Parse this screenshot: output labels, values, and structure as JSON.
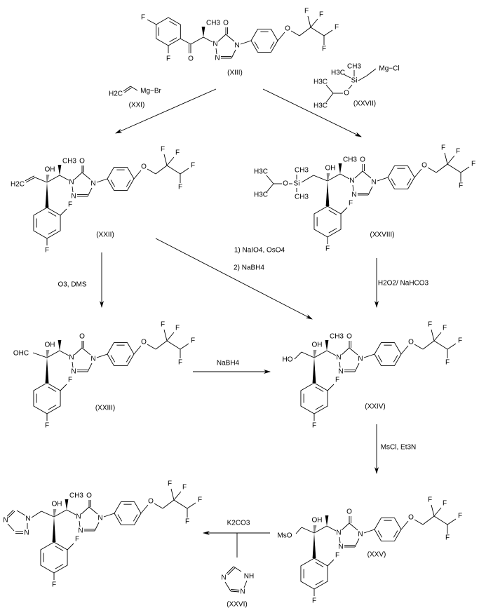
{
  "atoms": {
    "OH": "OH",
    "N": "N",
    "O": "O",
    "F": "F",
    "CH3": "CH3",
    "Si": "Si",
    "H3C": "H3C",
    "H2C": "H2C",
    "OHC": "OHC",
    "HO": "HO",
    "MsO": "MsO",
    "NH": "NH",
    "Mg_Br": "Mg−Br",
    "Mg_Cl": "Mg−Cl"
  },
  "compounds": {
    "XIII": "(XIII)",
    "XXI": "(XXI)",
    "XXVII": "(XXVII)",
    "XXII": "(XXII)",
    "XXVIII": "(XXVIII)",
    "XXIII": "(XXIII)",
    "XXIV": "(XXIV)",
    "XXV": "(XXV)",
    "XXVI": "(XXVI)"
  },
  "reagents": {
    "ozonolysis": "O3, DMS",
    "oxidation_step1": "1) NaIO4, OsO4",
    "oxidation_step2": "2) NaBH4",
    "peroxide": "H2O2/ NaHCO3",
    "reduction": "NaBH4",
    "mesylation": "MsCl, Et3N",
    "base": "K2CO3"
  }
}
